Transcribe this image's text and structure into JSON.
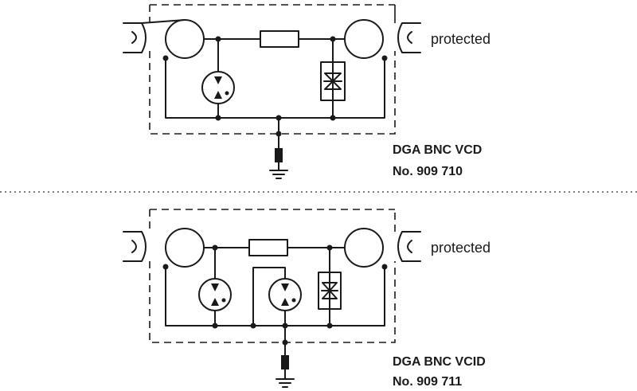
{
  "separator": "dotted-line",
  "colors": {
    "ink": "#1a1a1a",
    "background": "#ffffff"
  },
  "circuits": [
    {
      "protected_label": "protected",
      "model": "DGA BNC VCD",
      "part_number": "No. 909 710",
      "components": [
        "bnc-connector-left",
        "transformer-coil-left",
        "gas-discharge-tube",
        "series-resistor",
        "bidirectional-diode",
        "transformer-coil-right",
        "bnc-connector-right",
        "ground-resistor",
        "ground-symbol"
      ]
    },
    {
      "protected_label": "protected",
      "model": "DGA BNC VCID",
      "part_number": "No. 909 711",
      "components": [
        "bnc-connector-left",
        "transformer-coil-left",
        "gas-discharge-tube",
        "gas-discharge-tube-2",
        "series-resistor",
        "bidirectional-diode",
        "transformer-coil-right",
        "bnc-connector-right",
        "ground-resistor",
        "ground-symbol"
      ]
    }
  ]
}
